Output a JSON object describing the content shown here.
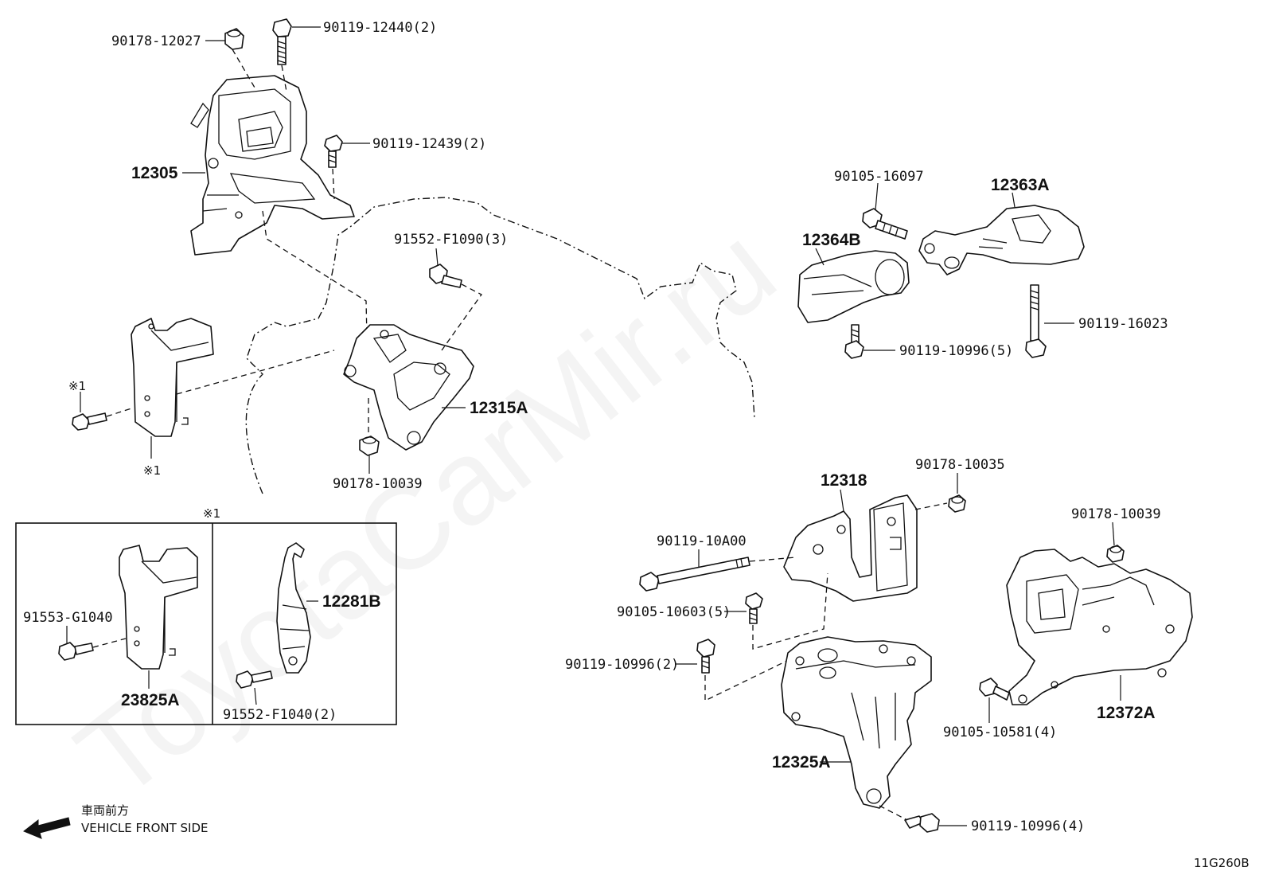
{
  "watermark": "ToyotaCarMir.ru",
  "diagram_code": "11G260B",
  "legend": {
    "jp": "車両前方",
    "en": "VEHICLE FRONT SIDE"
  },
  "inset": {
    "mark": "※1"
  },
  "callouts": {
    "p90178_12027": "90178-12027",
    "p90119_12440": "90119-12440(2)",
    "p90119_12439": "90119-12439(2)",
    "p12305": "12305",
    "p91552_F1090": "91552-F1090(3)",
    "p12315A": "12315A",
    "p90178_10039a": "90178-10039",
    "mark1a": "※1",
    "mark1b": "※1",
    "p90105_16097": "90105-16097",
    "p12363A": "12363A",
    "p12364B": "12364B",
    "p90119_16023": "90119-16023",
    "p90119_10996_5": "90119-10996(5)",
    "p91553_G1040": "91553-G1040",
    "p23825A": "23825A",
    "p12281B": "12281B",
    "p91552_F1040": "91552-F1040(2)",
    "p12318": "12318",
    "p90178_10035": "90178-10035",
    "p90178_10039b": "90178-10039",
    "p90119_10A00": "90119-10A00",
    "p90105_10603": "90105-10603(5)",
    "p90119_10996_2": "90119-10996(2)",
    "p12372A": "12372A",
    "p90105_10581": "90105-10581(4)",
    "p12325A": "12325A",
    "p90119_10996_4": "90119-10996(4)"
  }
}
